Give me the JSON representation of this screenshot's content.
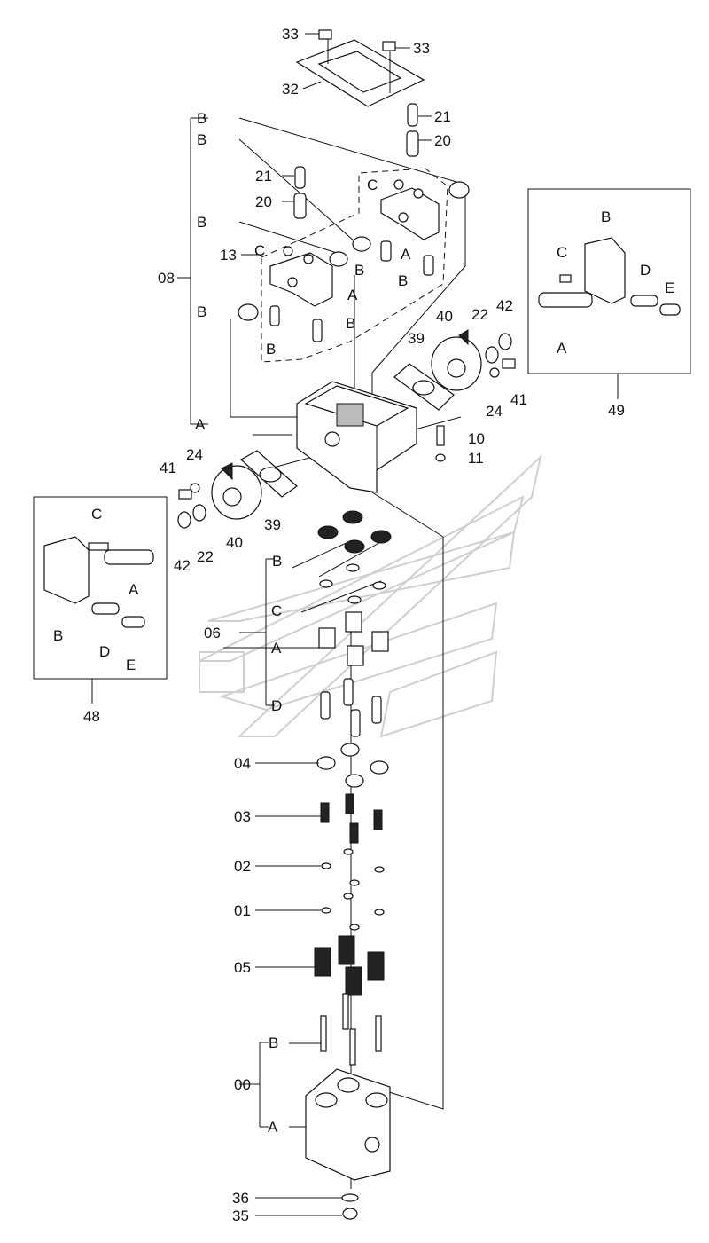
{
  "callouts": {
    "p33a": "33",
    "p33b": "33",
    "p32": "32",
    "p21a": "21",
    "p20a": "20",
    "p21b": "21",
    "p20b": "20",
    "p08": "08",
    "p13": "13",
    "p22r": "22",
    "p42r": "42",
    "p40r": "40",
    "p39r": "39",
    "p24r": "24",
    "p41r": "41",
    "p10": "10",
    "p11": "11",
    "p49": "49",
    "p41l": "41",
    "p24l": "24",
    "p39l": "39",
    "p40l": "40",
    "p42l": "42",
    "p22l": "22",
    "p48": "48",
    "p06": "06",
    "p04": "04",
    "p03": "03",
    "p02": "02",
    "p01": "01",
    "p05": "05",
    "p00": "00",
    "p36": "36",
    "p35": "35"
  },
  "sublabels": {
    "b1": "B",
    "b2": "B",
    "b3": "B",
    "b4": "B",
    "a_body": "A",
    "c13": "C",
    "a13": "A",
    "b13a": "B",
    "b13b": "B",
    "cR": "C",
    "aR": "A",
    "bR1": "B",
    "bR2": "B",
    "b06": "B",
    "c06": "C",
    "a06": "A",
    "d06": "D",
    "b00": "B",
    "a00": "A",
    "d49_b": "B",
    "d49_c": "C",
    "d49_d": "D",
    "d49_e": "E",
    "d49_a": "A",
    "d48_c": "C",
    "d48_a": "A",
    "d48_b": "B",
    "d48_d": "D",
    "d48_e": "E"
  }
}
